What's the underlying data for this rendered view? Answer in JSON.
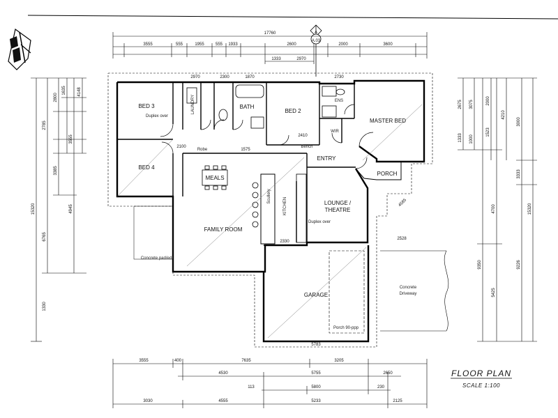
{
  "title": "FLOOR PLAN",
  "scale": "SCALE 1:100",
  "north_label": "A",
  "north_sub": "A.03",
  "rooms": {
    "bed3": "BED 3",
    "bed3_note": "Duplex over",
    "bed4": "BED 4",
    "laundry": "LAUNDRY",
    "bath": "BATH",
    "bed2": "BED 2",
    "ens": "ENS",
    "wir": "WIR",
    "master": "MASTER BED",
    "meals": "MEALS",
    "family": "FAMILY ROOM",
    "kitchen": "KITCHEN",
    "scullery": "Scullery",
    "entry": "ENTRY",
    "porch": "PORCH",
    "lounge_1": "LOUNGE /",
    "lounge_2": "THEATRE",
    "garage": "GARAGE",
    "concrete_pad": "Concrete pad/ed",
    "driveway_1": "Concrete",
    "driveway_2": "Driveway",
    "porch_note": "Porch 90-ppp",
    "robe": "Robe",
    "dining_note": "Duplex over",
    "bench": "Bench"
  },
  "dims": {
    "top_total": "17760",
    "top_row": [
      "3555",
      "555",
      "1955",
      "555",
      "1933",
      "2600",
      "2000",
      "3600"
    ],
    "top_row2": [
      "1333",
      "2970"
    ],
    "bottom_row1": [
      "3555",
      "400",
      "7635",
      "3205"
    ],
    "bottom_row2": [
      "4530",
      "5755",
      "2650"
    ],
    "bottom_row3": [
      "113",
      "5800",
      "230"
    ],
    "bottom_row4": [
      "3030",
      "4555",
      "5233",
      "2125"
    ],
    "left_total": "15320",
    "left_segs": [
      "2785",
      "2800",
      "1635",
      "4148"
    ],
    "left_segs2": [
      "3385",
      "4945",
      "3555"
    ],
    "left_low": "6765",
    "left_bottom": "1330",
    "right_total": "15320",
    "right_segs": [
      "2675",
      "3075",
      "2000",
      "4210"
    ],
    "right_segs2": [
      "1333",
      "1000",
      "1523",
      "3000"
    ],
    "right_low": [
      "4700",
      "3333",
      "9350",
      "5425",
      "9226"
    ],
    "garage_width": "5783",
    "porch_dim": "2528",
    "porch_diag": "4585",
    "room_notes": [
      "2970",
      "2300",
      "1870",
      "2730",
      "2100",
      "1575",
      "2410",
      "2330"
    ]
  }
}
